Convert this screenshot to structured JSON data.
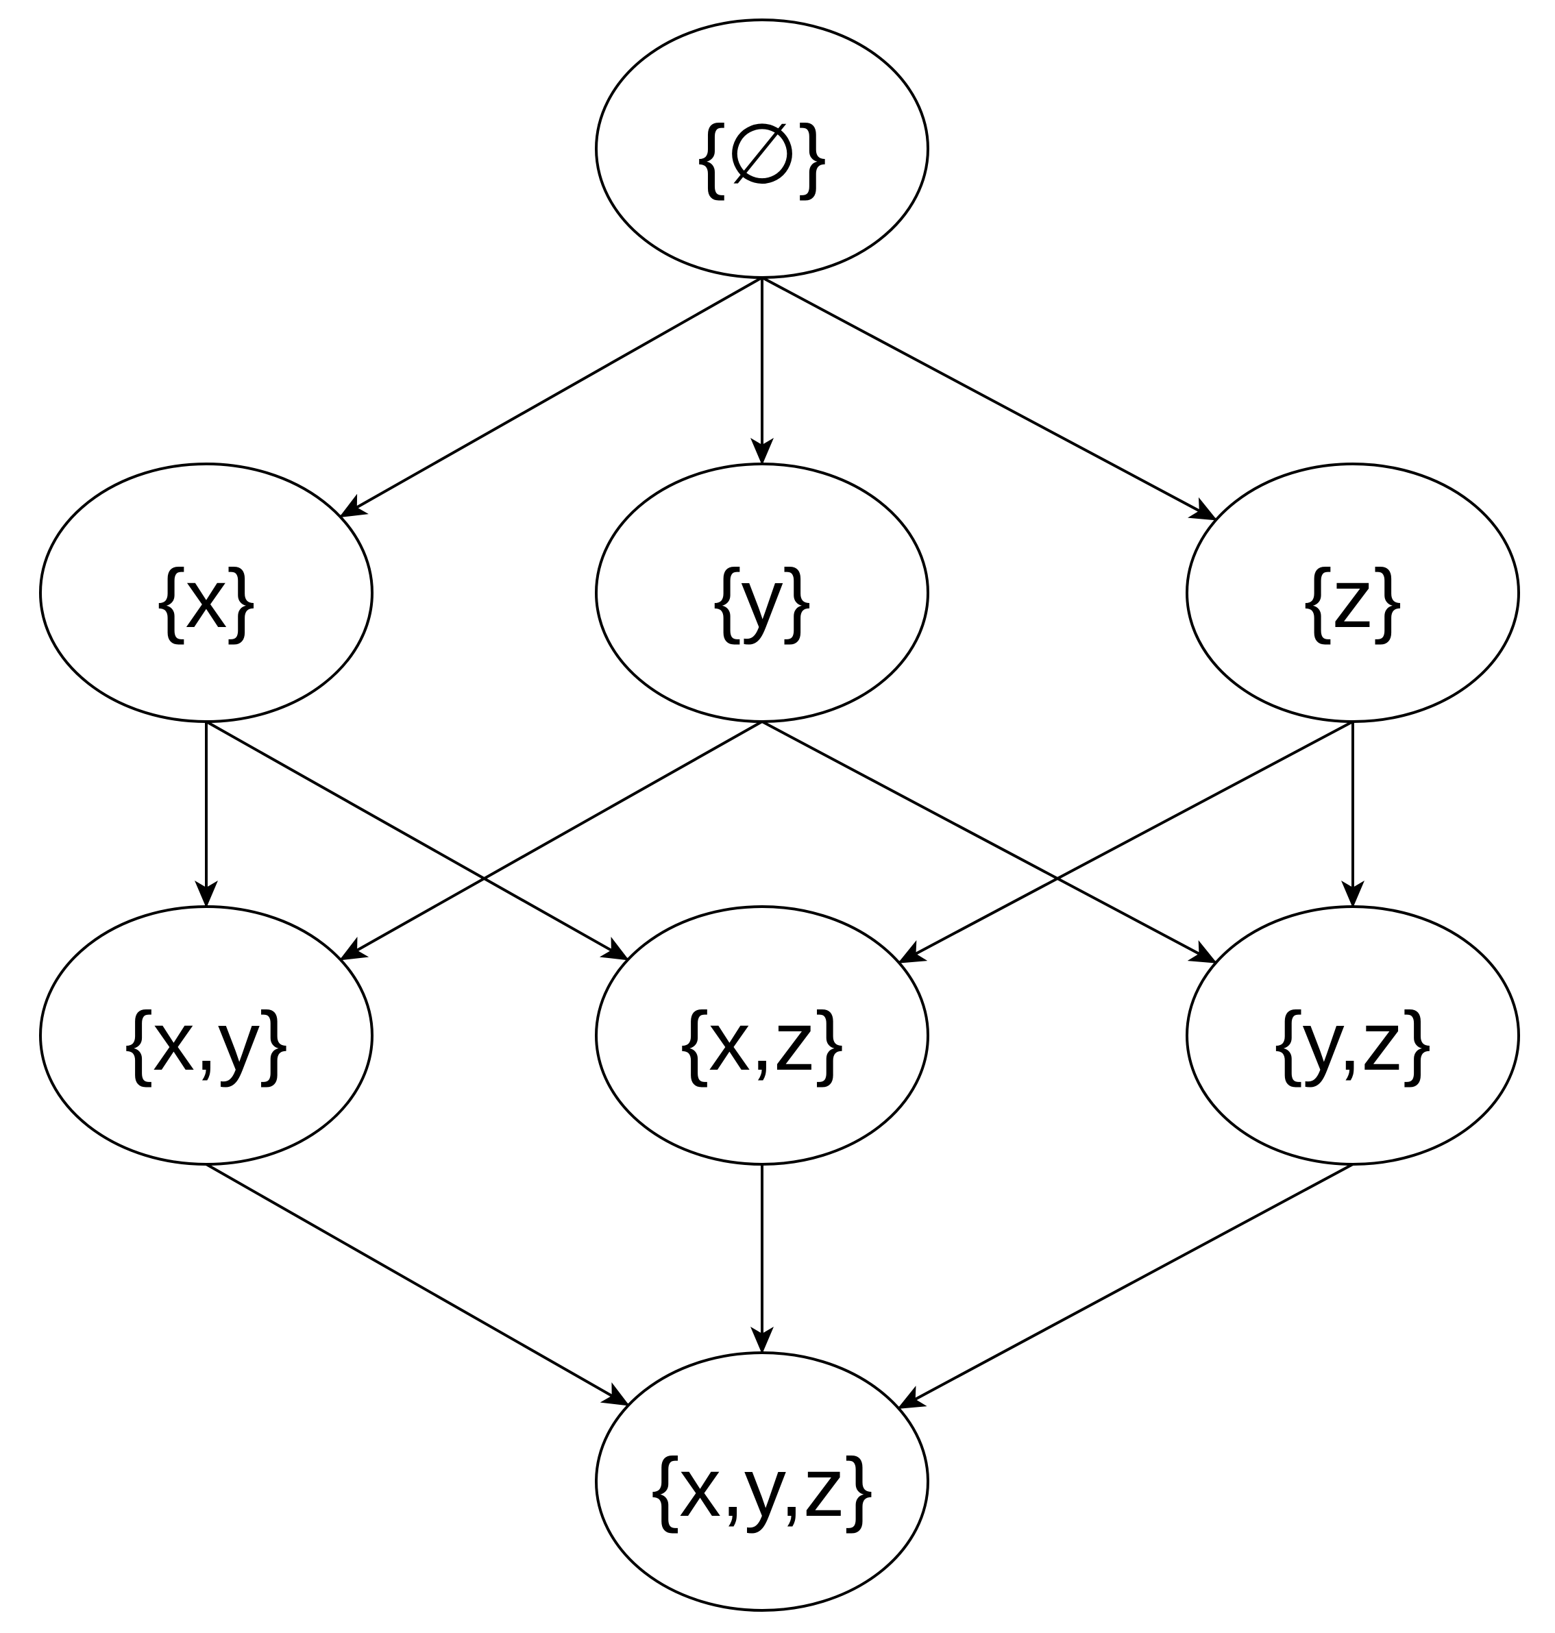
{
  "nodes": [
    {
      "id": "empty",
      "label": "{∅}"
    },
    {
      "id": "x",
      "label": "{x}"
    },
    {
      "id": "y",
      "label": "{y}"
    },
    {
      "id": "z",
      "label": "{z}"
    },
    {
      "id": "xy",
      "label": "{x,y}"
    },
    {
      "id": "xz",
      "label": "{x,z}"
    },
    {
      "id": "yz",
      "label": "{y,z}"
    },
    {
      "id": "xyz",
      "label": "{x,y,z}"
    }
  ],
  "edges": [
    {
      "from": "empty",
      "to": "x"
    },
    {
      "from": "empty",
      "to": "y"
    },
    {
      "from": "empty",
      "to": "z"
    },
    {
      "from": "x",
      "to": "xy"
    },
    {
      "from": "x",
      "to": "xz"
    },
    {
      "from": "y",
      "to": "xy"
    },
    {
      "from": "y",
      "to": "yz"
    },
    {
      "from": "z",
      "to": "xz"
    },
    {
      "from": "z",
      "to": "yz"
    },
    {
      "from": "xy",
      "to": "xyz"
    },
    {
      "from": "xz",
      "to": "xyz"
    },
    {
      "from": "yz",
      "to": "xyz"
    }
  ],
  "colors": {
    "stroke": "#000000",
    "fill": "#ffffff",
    "text": "#000000"
  }
}
